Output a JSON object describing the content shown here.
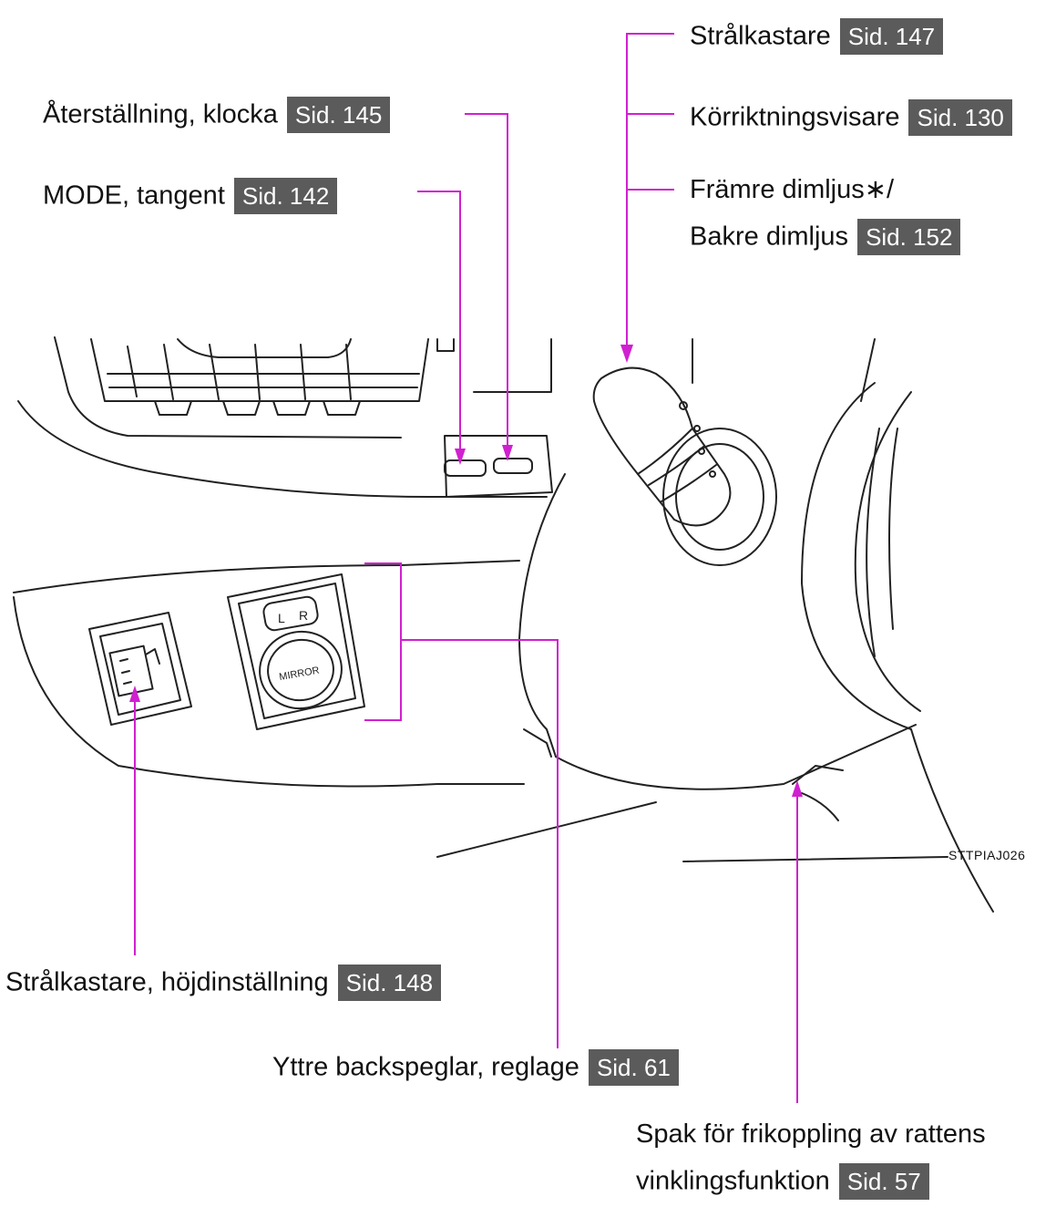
{
  "colors": {
    "callout": "#d020d0",
    "badge_bg": "#5b5b5b",
    "line_art": "#222222"
  },
  "labels": {
    "stralkastare": {
      "text": "Strålkastare",
      "page": "Sid. 147"
    },
    "aterstallning": {
      "text": "Återställning, klocka",
      "page": "Sid. 145"
    },
    "korriktning": {
      "text": "Körriktningsvisare",
      "page": "Sid. 130"
    },
    "mode": {
      "text": "MODE, tangent",
      "page": "Sid. 142"
    },
    "dimljus": {
      "line1": "Främre dimljus∗/",
      "line2": "Bakre dimljus",
      "page": "Sid. 152"
    },
    "hojd": {
      "text": "Strålkastare, höjdinställning",
      "page": "Sid. 148"
    },
    "backspeglar": {
      "text": "Yttre backspeglar, reglage",
      "page": "Sid. 61"
    },
    "spak": {
      "line1": "Spak för frikoppling av rattens",
      "line2": "vinklingsfunktion",
      "page": "Sid. 57"
    }
  },
  "illustration": {
    "mirror_switch_text": "MIRROR",
    "mirror_left": "L",
    "mirror_right": "R",
    "image_code": "STTPIAJ026"
  }
}
